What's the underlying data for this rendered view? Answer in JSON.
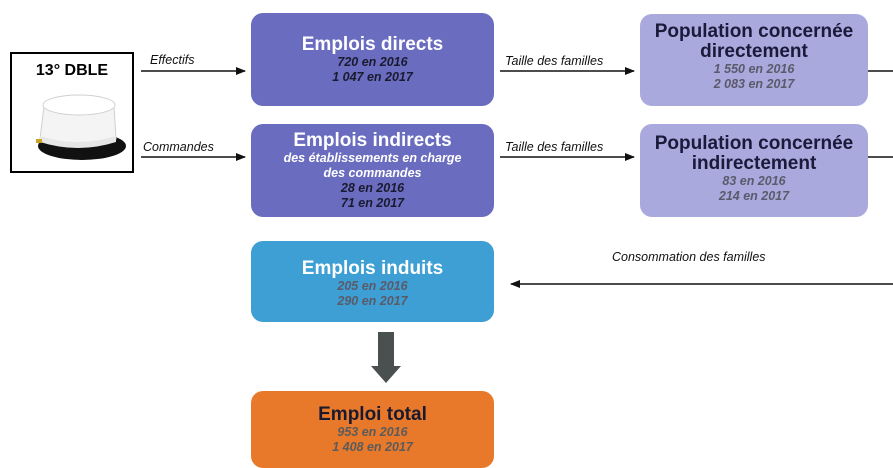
{
  "logo": {
    "label": "13° DBLE"
  },
  "edges": {
    "effectifs": "Effectifs",
    "commandes": "Commandes",
    "taille_familles_1": "Taille des familles",
    "taille_familles_2": "Taille des familles",
    "consommation": "Consommation des familles"
  },
  "emplois_directs": {
    "title": "Emplois directs",
    "y2016": "720 en 2016",
    "y2017": "1 047 en 2017"
  },
  "emplois_indirects": {
    "title": "Emplois indirects",
    "subtitle_1": "des établissements en charge",
    "subtitle_2": "des commandes",
    "y2016": "28 en 2016",
    "y2017": "71 en 2017"
  },
  "population_directe": {
    "title_1": "Population concernée",
    "title_2": "directement",
    "y2016": "1 550 en 2016",
    "y2017": "2 083 en 2017"
  },
  "population_indirecte": {
    "title_1": "Population concernée",
    "title_2": "indirectement",
    "y2016": "83 en 2016",
    "y2017": "214 en 2017"
  },
  "emplois_induits": {
    "title": "Emplois induits",
    "y2016": "205 en 2016",
    "y2017": "290 en 2017"
  },
  "emploi_total": {
    "title": "Emploi total",
    "y2016": "953 en 2016",
    "y2017": "1 408 en 2017"
  },
  "colors": {
    "direct_boxes": "#6a6cc0",
    "population_boxes": "#a9a9de",
    "induits_box": "#3d9fd3",
    "total_box": "#e8792b",
    "arrow": "#111111",
    "down_arrow": "#4a4f4f"
  }
}
